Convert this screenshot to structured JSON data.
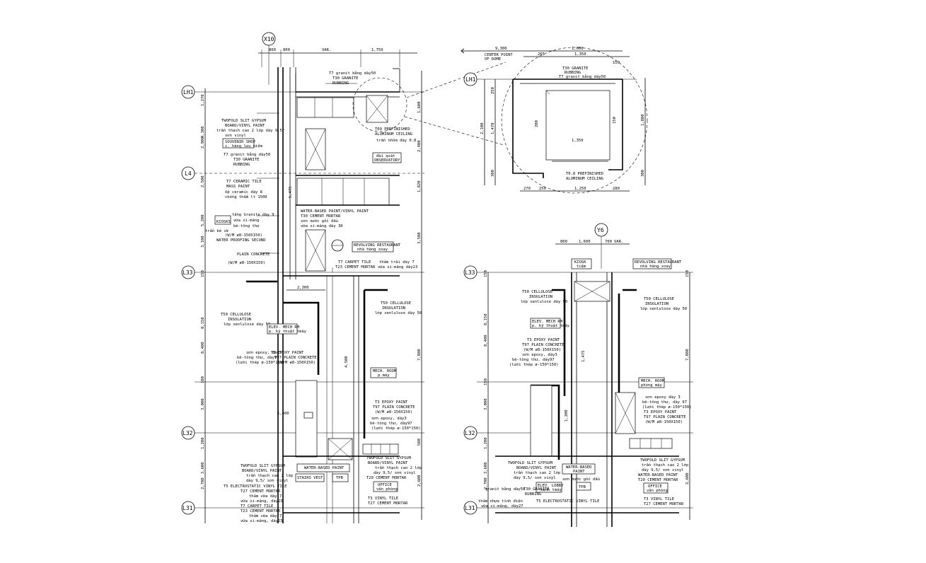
{
  "grid_tags": {
    "x10": "X10",
    "y6": "Y6",
    "lh1_left": "LH1",
    "lh1_detail": "LH1",
    "l4": "L4",
    "l33_left": "L33",
    "l33_right": "L33",
    "l32_left": "L32",
    "l32_right": "L32",
    "l31_left": "L31",
    "l31_right": "L31"
  },
  "dims_left": {
    "top_800a": "800",
    "top_800b": "800",
    "top_var": "VAR.",
    "top_1750": "1,750",
    "v1270": "1,270",
    "v4300": "4,300",
    "v2900": "2,900",
    "v2500": "2,500",
    "v5200": "5,200",
    "v3100": "3,100",
    "v150a": "150",
    "v8150": "8,150",
    "v8400": "8,400",
    "v100": "100",
    "v3000": "3,000",
    "v1200": "1,200",
    "v3600": "3,600",
    "v2700": "2,700",
    "r1600": "1,600",
    "r2400": "2,400",
    "r1820": "1,820",
    "r3500": "3,500",
    "r7880": "7,880",
    "r500": "500",
    "r2600": "2,600",
    "m2300": "2,300",
    "m1400": "1,400",
    "m5475": "5,475",
    "m4500": "4,500"
  },
  "dims_detail": {
    "top_9300": "9,300",
    "top_1600": "1,600",
    "top_265": "265",
    "top_1350": "1,350",
    "top_150": "150",
    "v2100": "2,100",
    "v1470": "1,470",
    "v250": "250",
    "v300": "300",
    "r1800": "1,800",
    "r300": "300",
    "b270": "270",
    "b250": "250",
    "b1250": "1,250",
    "b280": "280",
    "center_point": "CENTER POINT",
    "of_dome": "OF DOME",
    "inner_1350": "1,350",
    "inner_200": "200",
    "inner_150": "150"
  },
  "dims_right": {
    "top_800": "800",
    "top_1600": "1,600",
    "top_700": "700",
    "top_var": "VAR.",
    "v8400": "8,400",
    "v8150": "8,150",
    "v150": "150",
    "v3000": "3,000",
    "v1200": "1,200",
    "v150b": "150",
    "v3600": "3,600",
    "v2700": "2,700",
    "r7880": "7,880",
    "r150": "150",
    "r2600": "2,600",
    "m1475": "1,475",
    "m1200": "1,200"
  },
  "notes_left": {
    "n1": "T7 granit bằng dày50",
    "n2": "T30 GRANITE",
    "n3": "RUBBING",
    "n4": "TWOFOLD SLIT GYPSUM",
    "n5": "BOARD/VINYL PAINT",
    "n6": "trần thạch cao 2 lớp dày 9,5/",
    "n7": "sơn vinyl",
    "n8": "SOUVENIR SHOP",
    "n9": "c. hàng lưu niệm",
    "n10": "T7 granit bằng dày50",
    "n11": "T30 GRANITE",
    "n12": "RUBBING",
    "n13": "T7 CERAMIC TILE",
    "n14": "MASS PAINT",
    "n15": "ốp ceramic dày 8",
    "n16": "chống thấm lt 1500",
    "n17": "tầng Granite dày 9",
    "n18": "KIOSKS",
    "n19": "vữa xi-măng",
    "n20": "bê-tông thư",
    "n21": "trần bê vữ",
    "n22": "(W/M ø8-150X150)",
    "n23": "WATER PROOFING SECOND",
    "n24": "PLAIN CONCRETE",
    "n25": "(W/M ø8-150X150)",
    "n26": "T09 PREFINISHED",
    "n27": "ALUMINUM CEILING",
    "n28": "trần nhôm dày 0.8",
    "n29": "đài qsát",
    "n30": "OBSERVATORY",
    "n31": "WATER-BASED PAINT/VINYL PAINT",
    "n32": "T30 CEMENT MORTAR",
    "n33": "sơn nước gốc dầu",
    "n34": "vữa xi-măng dày 30",
    "n35": "REVOLVING RESTAURANT",
    "n36": "nhà hàng xoay",
    "n37": "T7 CARPET TILE",
    "n38": "T23 CEMENT MORTAR",
    "n39": "thảm trải dày 7",
    "n40": "vữa xi-măng dày23",
    "n41": "T50 CELLULOSE",
    "n42": "INSULATION",
    "n43": "lớp xenlulose dày 50",
    "n44": "ELEV. MECH RM",
    "n45": "p. kỹ thuật tmáy",
    "n46": "sơn epoxy, dày3",
    "n47": "T3 EPOXY PAINT",
    "n48": "bê-tông thư, dày97",
    "n49": "T97 PLAIN CONCRETE",
    "n50": "(lưới thép ø-150*150)",
    "n51": "(W/M ø8-150X150)",
    "n52": "T50 CELLULOSE",
    "n53": "INSULATION",
    "n54": "lớp xenlulose dày 50",
    "n55": "MECH. ROOM",
    "n56": "p.máy",
    "n57": "T3 EPOXY PAINT",
    "n58": "T97 PLAIN CONCRETE",
    "n59": "(W/M ø8-150X150)",
    "n60": "sơn epoxy, dày3",
    "n61": "bê-tông thư, dày97",
    "n62": "(lưới thép ø-150*150)",
    "n63": "TWOFOLD SLIT GYPSUM",
    "n64": "BOARD/VINYL PAINT",
    "n65": "trần thạch cao 2 lớp",
    "n66": "dày 9,5/ sơn vinyl",
    "n67": "T5 ELECTROSTATIC VINYL TILE",
    "n68": "T27 CEMENT MORTAR",
    "n69": "thảm vữa dày 7",
    "n70": "vữa xi-măng, dày23",
    "n71": "T7 CARPET TILE",
    "n72": "T23 CEMENT MORTAR",
    "n73": "thảm vữa dày 7",
    "n74": "vữa xi-măng, dày23",
    "n75": "WATER-BASED PAINT",
    "n76": "STAIRS VEST.",
    "n77": "TPB",
    "n78": "TWOFOLD SLIT GYPSUM",
    "n79": "BOARD/VINYL PAINT",
    "n80": "trần thạch cao 2 lớp",
    "n81": "dày 9,5/ sơn vinyl",
    "n82": "T20 CEMENT MORTAR",
    "n83": "OFFICE",
    "n84": "văn phòng",
    "n85": "T3 VINYL TILE",
    "n86": "T27 CEMENT MORTAR"
  },
  "notes_detail": {
    "n1": "T30 GRANITE",
    "n2": "RUBBING",
    "n3": "T7 granit bằng dày50",
    "n4": "T0.8 PREFINISHED",
    "n5": "ALUMINUM CEILING",
    "n6": "1,350"
  },
  "notes_right": {
    "n1": "KIOSK",
    "n2": "tiệm",
    "n3": "REVOLVING RESTAURANT",
    "n4": "nhà hàng xoay",
    "n5": "T50 CELLULOSE",
    "n6": "INSULATION",
    "n7": "lớp xenlulose dày 50",
    "n8": "T50 CELLULOSE",
    "n9": "INSULATION",
    "n10": "lớp xenlulose dày 50",
    "n11": "ELEV. MECH RM",
    "n12": "p. kỹ thuật tmáy",
    "n13": "T3 EPOXY PAINT",
    "n14": "T97 PLAIN CONCRETE",
    "n15": "(W/M ø8-150X150)",
    "n16": "sơn epoxy, dày3",
    "n17": "bê-tông thư, dày97",
    "n18": "(lưới thép ø-150*150)",
    "n19": "MECH. ROOM",
    "n20": "phòng máy",
    "n21": "sơn epoxy dày 3",
    "n22": "bê-tông thư, dày 97",
    "n23": "(lưới thép ø-150*150)",
    "n24": "T3 EPOXY PAINT",
    "n25": "T97 PLAIN CONCRETE",
    "n26": "(W/M ø8-150X150)",
    "n27": "TWOFOLD SLIT GYPSUM",
    "n28": "BOARD/VINYL PAINT",
    "n29": "trần thạch cao 2 lớp",
    "n30": "dày 9,5/ sơn vinyl",
    "n31": "WATER-BASED",
    "n32": "PAINT",
    "n33": "sơn nước gốc dầu",
    "n34": "ELEV. LOBBY",
    "n35": "sảnh tmáy",
    "n36": "TPB",
    "n37": "granit bằng dày50",
    "n38": "T30 GRANITE",
    "n39": "RUBBING",
    "n40": "T5 ELECTROSTATIC VINYL TILE",
    "n41": "thảm nhựa tĩnh điện",
    "n42": "vữa xi-măng, dày27",
    "n43": "TWOFOLD SLIT GYPSUM",
    "n44": "trần thạch cao 2 lớp",
    "n45": "dày 9,5/ sơn vinyl",
    "n46": "WATER-BASED PAINT",
    "n47": "T20 CEMENT MORTAR",
    "n48": "OFFICE",
    "n49": "văn phòng",
    "n50": "T3 VINYL TILE",
    "n51": "T27 CEMENT MORTAR"
  }
}
